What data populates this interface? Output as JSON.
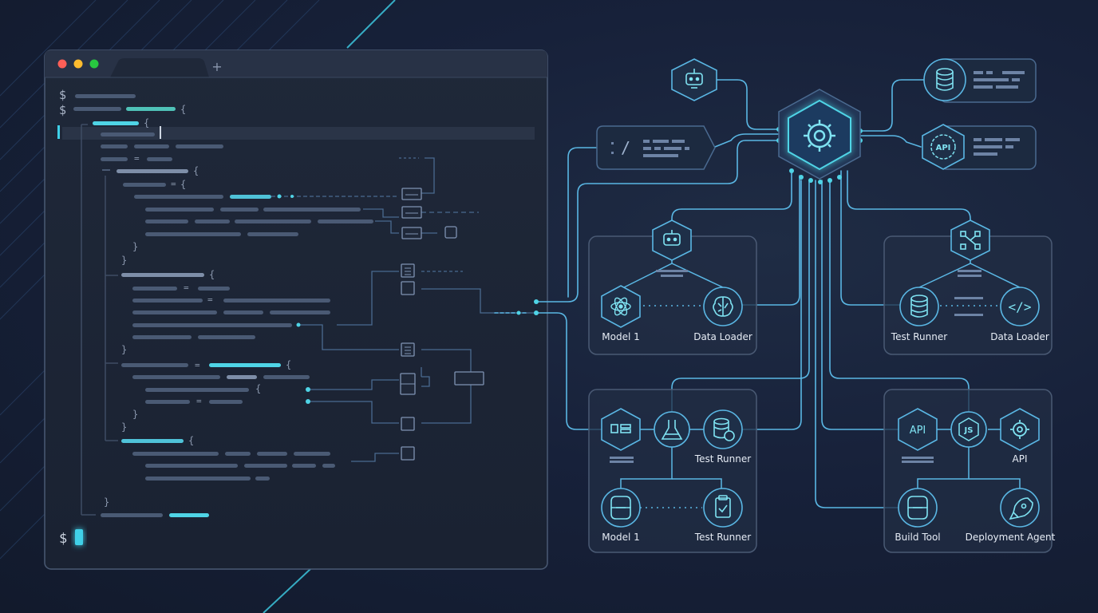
{
  "terminal": {
    "prompt_symbol": "$",
    "new_tab_symbol": "+",
    "window_buttons": {
      "close_color": "#ff5f57",
      "minimize_color": "#febc2e",
      "maximize_color": "#28c840"
    },
    "code_brace_open": "{",
    "code_brace_close": "}",
    "code_equals": "="
  },
  "nodes": {
    "hub": {
      "icon": "gear-icon"
    },
    "top_bot": {
      "icon": "robot-icon"
    },
    "path_box": {
      "glyph": "/"
    },
    "database_card": {
      "icon": "database-icon"
    },
    "api_card": {
      "glyph": "API",
      "icon": "api-gear-icon"
    }
  },
  "groups": {
    "g1": {
      "top_icon": "robot-icon",
      "left_label": "Model 1",
      "left_icon": "atom-icon",
      "right_label": "Data Loader",
      "right_icon": "brain-icon"
    },
    "g2": {
      "top_icon": "network-icon",
      "left_label": "Test Runner",
      "left_icon": "database-icon",
      "right_label": "Data Loader",
      "right_icon": "code-icon",
      "right_glyph": "</>"
    },
    "g3": {
      "label_top_right": "Test Runner",
      "label_bottom_left": "Model 1",
      "label_bottom_right": "Test Runner"
    },
    "g4": {
      "api_glyph": "API",
      "js_glyph": "JS",
      "label_top_right": "API",
      "label_bottom_left": "Build Tool",
      "label_bottom_right": "Deployment Agent"
    }
  },
  "colors": {
    "accent": "#3fd0e8",
    "line": "#5ab7e4",
    "panel": "#1c2536",
    "node_fill": "#1e2f48"
  }
}
